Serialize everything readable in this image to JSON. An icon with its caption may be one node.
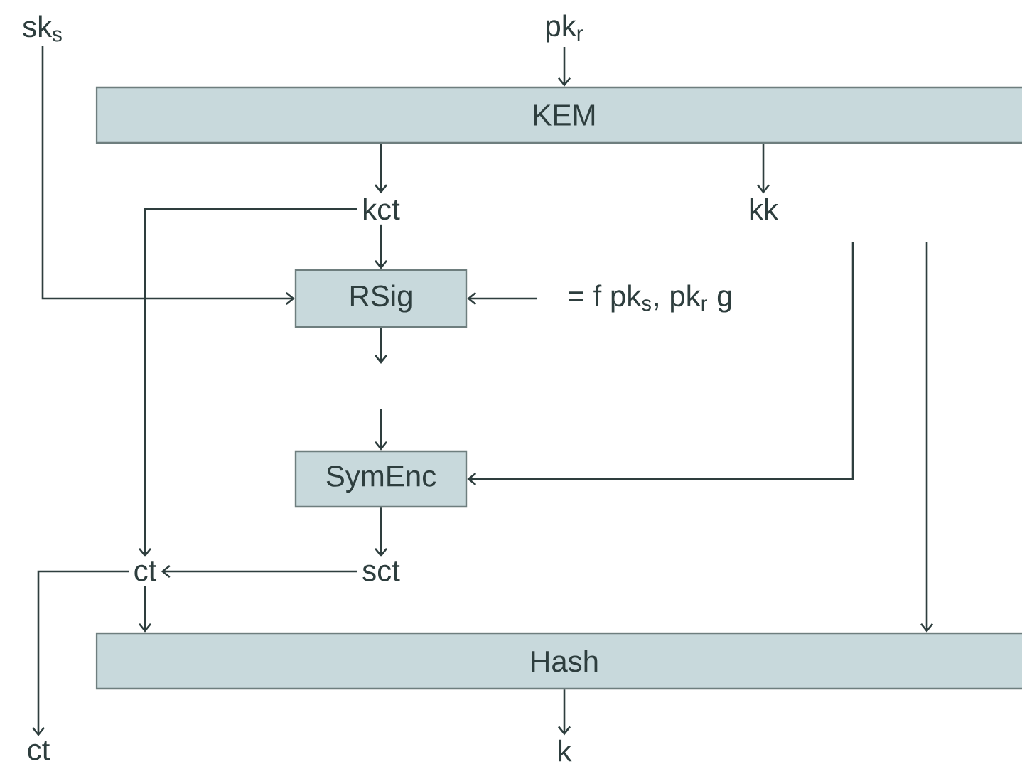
{
  "diagram": {
    "nodes": [
      {
        "text": [
          "sk$_{s}$"
        ]
      },
      {
        "text": [
          "pk$_{r}$"
        ]
      },
      {
        "text": [
          "KEM"
        ]
      },
      {
        "text": [
          "kct"
        ]
      },
      {
        "text": [
          "kk"
        ]
      },
      {
        "text": [
          "RSig"
        ]
      },
      {
        "text": [
          "= f pk$_{s}$, pk$_{r}$ g"
        ]
      },
      {
        "text": [
          "SymEnc"
        ]
      },
      {
        "text": [
          "ct"
        ]
      },
      {
        "text": [
          "sct"
        ]
      },
      {
        "text": [
          "Hash"
        ]
      },
      {
        "text": [
          "ct"
        ]
      },
      {
        "text": [
          "k"
        ]
      }
    ],
    "edges": [
      {
        "from": 0,
        "to": 5,
        "arrow": "to"
      },
      {
        "from": 1,
        "to": 2,
        "arrow": "to"
      },
      {
        "from": 2,
        "to": 3,
        "arrow": "to"
      },
      {
        "from": 2,
        "to": 4,
        "arrow": "to"
      },
      {
        "from": 3,
        "to": 8,
        "arrow": "to"
      },
      {
        "from": 3,
        "to": 5,
        "arrow": "to"
      },
      {
        "from": 6,
        "to": 5,
        "arrow": "to"
      },
      {
        "from": 5,
        "to": null,
        "arrow": "to"
      },
      {
        "from": null,
        "to": 7,
        "arrow": "to"
      },
      {
        "from": null,
        "to": 7,
        "arrow": "to"
      },
      {
        "from": 7,
        "to": 9,
        "arrow": "to"
      },
      {
        "from": 9,
        "to": 8,
        "arrow": "to"
      },
      {
        "from": 8,
        "to": 10,
        "arrow": "to"
      },
      {
        "from": 8,
        "to": 11,
        "arrow": "to"
      },
      {
        "from": null,
        "to": 10,
        "arrow": "to"
      },
      {
        "from": 10,
        "to": 12,
        "arrow": "to"
      }
    ]
  }
}
